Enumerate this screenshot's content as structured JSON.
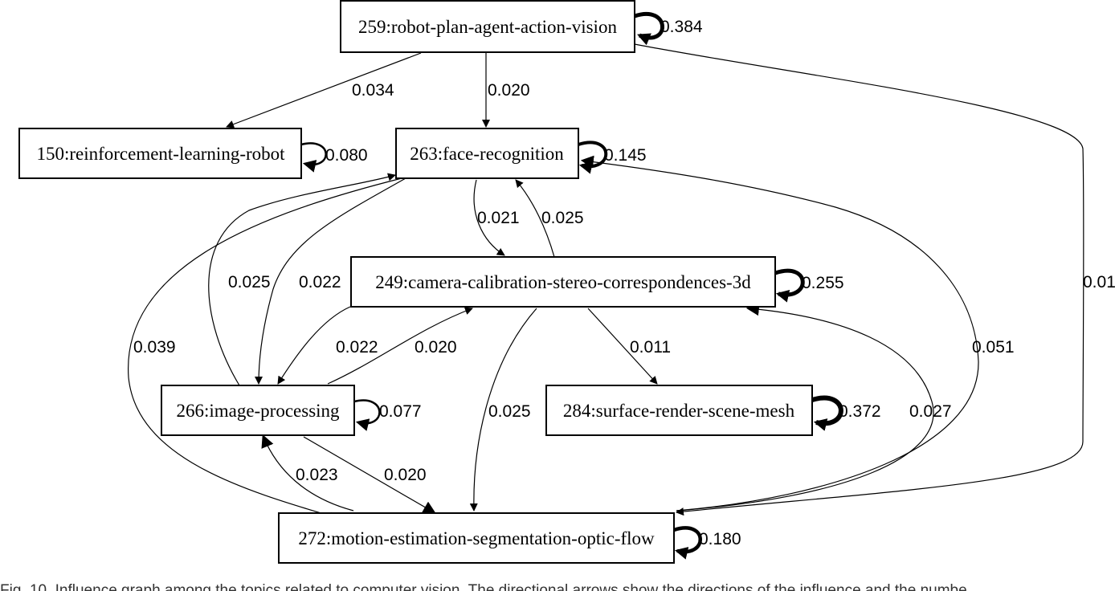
{
  "nodes": [
    {
      "id": "n259",
      "label": "259:robot-plan-agent-action-vision"
    },
    {
      "id": "n150",
      "label": "150:reinforcement-learning-robot"
    },
    {
      "id": "n263",
      "label": "263:face-recognition"
    },
    {
      "id": "n249",
      "label": "249:camera-calibration-stereo-correspondences-3d"
    },
    {
      "id": "n266",
      "label": "266:image-processing"
    },
    {
      "id": "n284",
      "label": "284:surface-render-scene-mesh"
    },
    {
      "id": "n272",
      "label": "272:motion-estimation-segmentation-optic-flow"
    }
  ],
  "self_loops": [
    {
      "node": "n259",
      "label": "0.384"
    },
    {
      "node": "n150",
      "label": "0.080"
    },
    {
      "node": "n263",
      "label": "0.145"
    },
    {
      "node": "n249",
      "label": "0.255"
    },
    {
      "node": "n266",
      "label": "0.077"
    },
    {
      "node": "n284",
      "label": "0.372"
    },
    {
      "node": "n272",
      "label": "0.180"
    }
  ],
  "edges": [
    {
      "from": "n259",
      "to": "n150",
      "label": "0.034"
    },
    {
      "from": "n259",
      "to": "n263",
      "label": "0.020"
    },
    {
      "from": "n259",
      "to": "n272",
      "label": "0.01"
    },
    {
      "from": "n263",
      "to": "n249",
      "label": "0.021"
    },
    {
      "from": "n249",
      "to": "n263",
      "label": "0.025"
    },
    {
      "from": "n266",
      "to": "n263",
      "label": "0.025"
    },
    {
      "from": "n263",
      "to": "n266",
      "label": "0.022"
    },
    {
      "from": "n263",
      "to": "n272",
      "label": "0.039"
    },
    {
      "from": "n272",
      "to": "n263",
      "label": "0.051"
    },
    {
      "from": "n249",
      "to": "n266",
      "label": "0.022"
    },
    {
      "from": "n266",
      "to": "n249",
      "label": "0.020"
    },
    {
      "from": "n249",
      "to": "n284",
      "label": "0.011"
    },
    {
      "from": "n249",
      "to": "n272",
      "label": "0.025"
    },
    {
      "from": "n272",
      "to": "n249",
      "label": "0.027"
    },
    {
      "from": "n272",
      "to": "n266",
      "label": "0.023"
    },
    {
      "from": "n266",
      "to": "n272",
      "label": "0.020"
    }
  ],
  "caption": "Fig. 10. Influence graph among the topics related to computer vision. The directional arrows show the directions of the influence and the numbe"
}
